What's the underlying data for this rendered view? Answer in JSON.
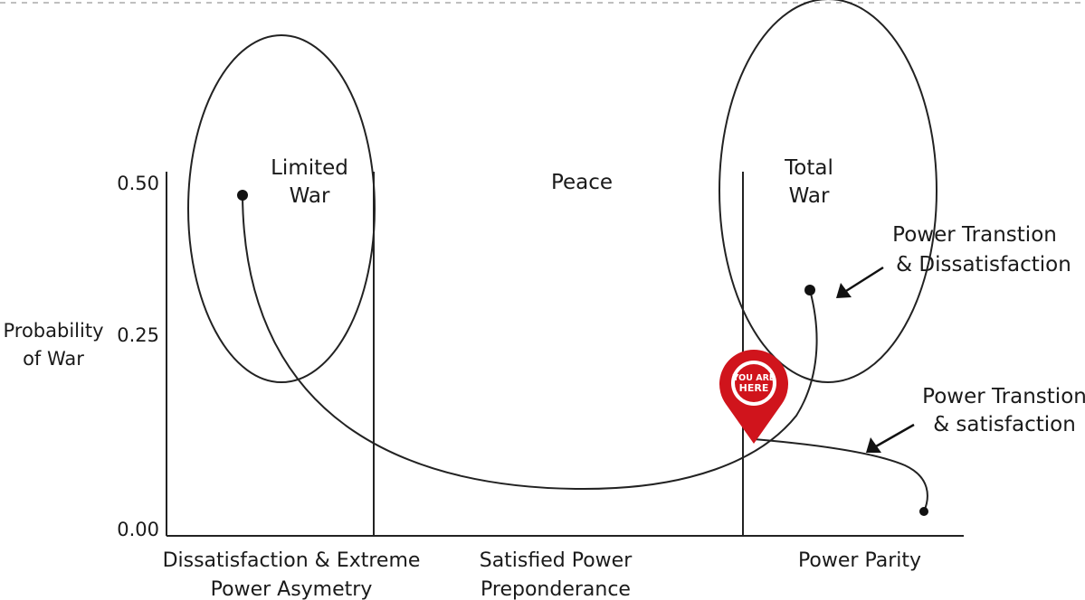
{
  "y_axis": {
    "label_line1": "Probability",
    "label_line2": "of War",
    "ticks": [
      "0.50",
      "0.25",
      "0.00"
    ]
  },
  "zones": {
    "limited_line1": "Limited",
    "limited_line2": "War",
    "peace": "Peace",
    "total_line1": "Total",
    "total_line2": "War"
  },
  "annotations": {
    "dissatisfaction_line1": "Power Transtion",
    "dissatisfaction_line2": "& Dissatisfaction",
    "satisfaction_line1": "Power Transtion",
    "satisfaction_line2": "& satisfaction"
  },
  "x_categories": {
    "asym_line1": "Dissatisfaction & Extreme",
    "asym_line2": "Power Asymetry",
    "prep_line1": "Satisfied Power",
    "prep_line2": "Preponderance",
    "parity": "Power Parity"
  },
  "marker": {
    "line1": "YOU ARE",
    "line2": "HERE",
    "color": "#d0141c"
  }
}
